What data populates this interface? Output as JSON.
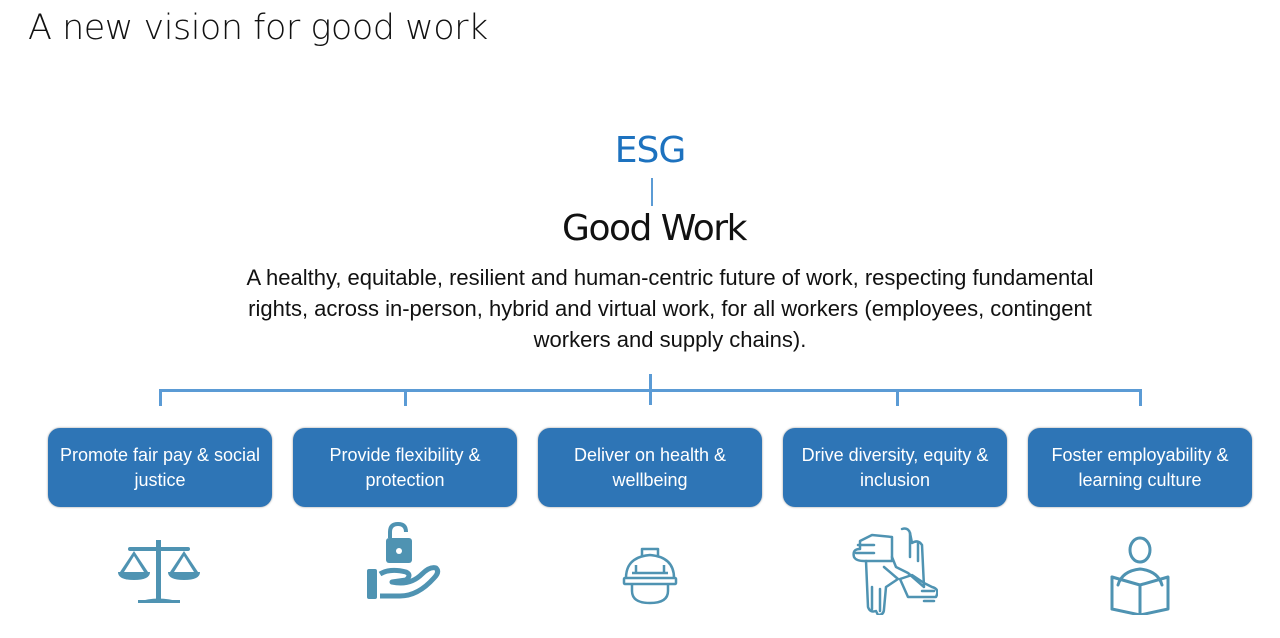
{
  "page": {
    "title": "A new vision for good work"
  },
  "diagram": {
    "root": "ESG",
    "node": "Good Work",
    "description": "A healthy, equitable, resilient and human-centric future of work, respecting fundamental rights, across in-person, hybrid and virtual work, for all workers (employees, contingent workers and supply chains).",
    "pillars": [
      {
        "label": "Promote fair pay & social justice",
        "icon": "scales-of-justice-icon"
      },
      {
        "label": "Provide flexibility & protection",
        "icon": "hand-holding-unlocked-padlock-icon"
      },
      {
        "label": "Deliver on health & wellbeing",
        "icon": "hard-hat-worker-icon"
      },
      {
        "label": "Drive diversity, equity & inclusion",
        "icon": "joined-hands-icon"
      },
      {
        "label": "Foster employability & learning culture",
        "icon": "person-reading-book-icon"
      }
    ]
  },
  "colors": {
    "accent": "#1d72bf",
    "box": "#2e75b6",
    "connector": "#5b9bd5",
    "icon": "#4f93b2"
  }
}
